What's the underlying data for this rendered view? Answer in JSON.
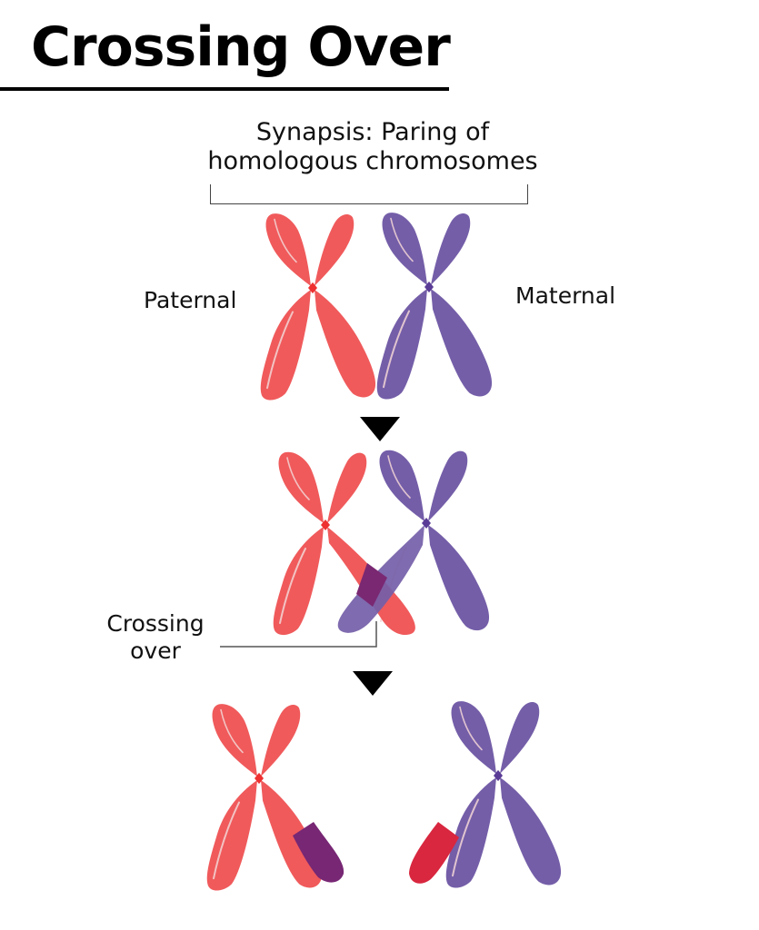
{
  "title": "Crossing Over",
  "synapsis": {
    "line1": "Synapsis: Paring of",
    "line2": "homologous chromosomes"
  },
  "labels": {
    "paternal": "Paternal",
    "maternal": "Maternal",
    "crossing_line1": "Crossing",
    "crossing_line2": "over"
  },
  "colors": {
    "paternal": "#f05a5b",
    "maternal": "#745ea8",
    "overlap": "#7a2872",
    "paternal_segment_in_maternal": "#d8273f",
    "maternal_segment_in_paternal": "#772774",
    "centromere_paternal": "#ee3030",
    "centromere_maternal": "#5a3c96",
    "highlight": "#f3d6d6",
    "text": "#111111",
    "arrow": "#000000"
  },
  "stages": [
    {
      "name": "synapsis",
      "chromosomes": [
        "paternal",
        "maternal"
      ]
    },
    {
      "name": "crossing-over",
      "chromosomes": [
        "paternal",
        "maternal"
      ]
    },
    {
      "name": "recombinant",
      "chromosomes": [
        "paternal-with-maternal-segment",
        "maternal-with-paternal-segment"
      ]
    }
  ],
  "icons": {
    "arrow_1": "down-triangle-arrow",
    "arrow_2": "down-triangle-arrow"
  }
}
